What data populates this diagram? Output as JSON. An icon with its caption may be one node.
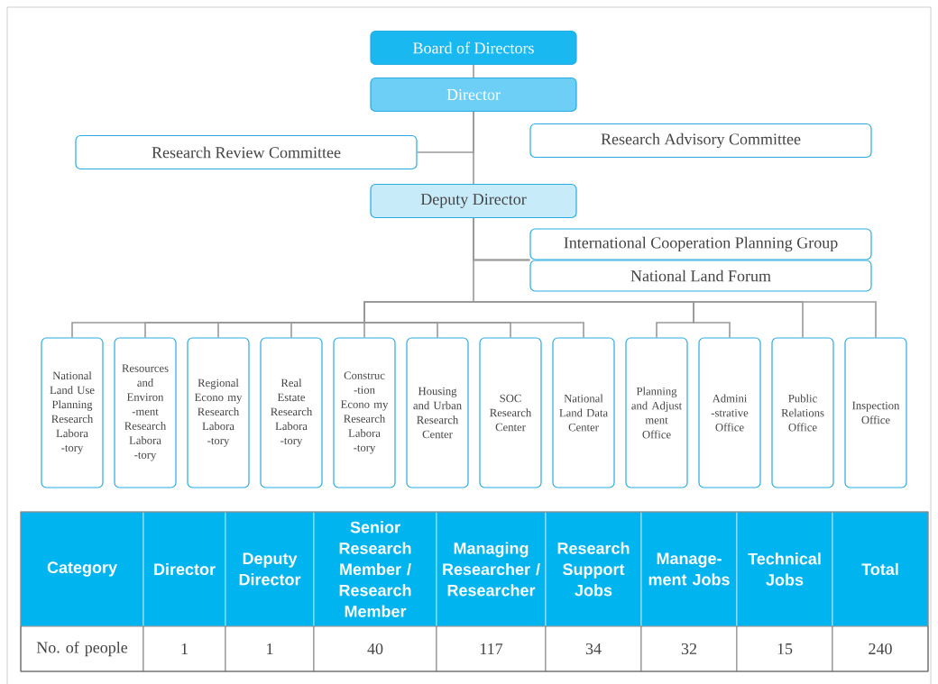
{
  "diagram": {
    "nodes": [
      {
        "text": [
          "Board of Directors"
        ]
      },
      {
        "text": [
          "Director"
        ]
      },
      {
        "text": [
          "Research Review Committee"
        ]
      },
      {
        "text": [
          "Research Advisory Committee"
        ]
      },
      {
        "text": [
          "Deputy Director"
        ]
      },
      {
        "text": [
          "International Cooperation Planning Group"
        ]
      },
      {
        "text": [
          "National Land Forum"
        ]
      },
      {
        "text": [
          "National Land Use Planning Research Labora -tory"
        ]
      },
      {
        "text": [
          "Resources and Environ -ment Research Labora -tory"
        ]
      },
      {
        "text": [
          "Regional Econo my Research Labora -tory"
        ]
      },
      {
        "text": [
          "Real Estate Research Labora -tory"
        ]
      },
      {
        "text": [
          "Construc -tion Econo my Research Labora -tory"
        ]
      },
      {
        "text": [
          "Housing and Urban Research Center"
        ]
      },
      {
        "text": [
          "SOC Research Center"
        ]
      },
      {
        "text": [
          "National Land Data Center"
        ]
      },
      {
        "text": [
          "Planning and Adjust ment Office"
        ]
      },
      {
        "text": [
          "Admini -strative Office"
        ]
      },
      {
        "text": [
          "Public Relations Office"
        ]
      },
      {
        "text": [
          "Inspection Office"
        ]
      }
    ],
    "edges": [
      {
        "from": 0,
        "to": 1,
        "arrow": "none"
      },
      {
        "from": 1,
        "to": 4,
        "arrow": "none"
      },
      {
        "from": 1,
        "to": 2,
        "arrow": "none"
      },
      {
        "from": 4,
        "to": 5,
        "arrow": "none"
      },
      {
        "from": 4,
        "to": 6,
        "arrow": "none"
      },
      {
        "from": 4,
        "to": 7,
        "arrow": "none"
      },
      {
        "from": 4,
        "to": 8,
        "arrow": "none"
      },
      {
        "from": 4,
        "to": 9,
        "arrow": "none"
      },
      {
        "from": 4,
        "to": 10,
        "arrow": "none"
      },
      {
        "from": 4,
        "to": 11,
        "arrow": "none"
      },
      {
        "from": 4,
        "to": 12,
        "arrow": "none"
      },
      {
        "from": 4,
        "to": 13,
        "arrow": "none"
      },
      {
        "from": 4,
        "to": 14,
        "arrow": "none"
      },
      {
        "from": 4,
        "to": 15,
        "arrow": "none"
      },
      {
        "from": 4,
        "to": 16,
        "arrow": "none"
      },
      {
        "from": 4,
        "to": 17,
        "arrow": "none"
      },
      {
        "from": 4,
        "to": 18,
        "arrow": "none"
      }
    ],
    "labels": [
      "Category",
      "Director",
      "Deputy Director",
      "Senior Research Member / Research Member",
      "Managing Researcher / Researcher",
      "Research Support Jobs",
      "Manage- ment Jobs",
      "Technical Jobs",
      "Total",
      "No. of people",
      "1",
      "1",
      "40",
      "117",
      "34",
      "32",
      "15",
      "240"
    ]
  }
}
